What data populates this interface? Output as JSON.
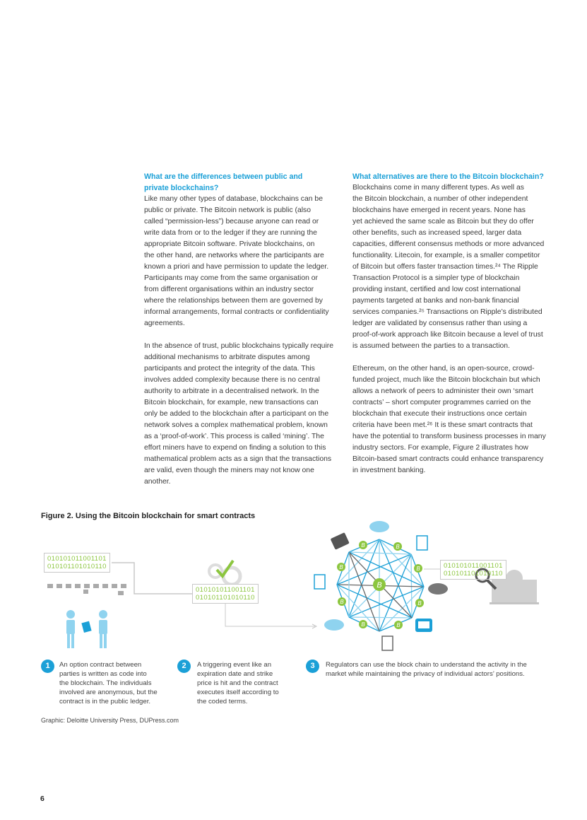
{
  "left_column": {
    "heading": [
      "What are the differences between public and",
      "private blockchains?"
    ],
    "paragraphs": [
      [
        "Like many other types of database, blockchains can be",
        "public or private. The Bitcoin network is public (also",
        "called “permission-less”) because anyone can read or",
        "write data from or to the ledger if they are running the",
        "appropriate Bitcoin software. Private blockchains, on",
        "the other hand, are networks where the participants are",
        "known a priori and have permission to update the ledger.",
        "Participants may come from the same organisation or",
        "from different organisations within an industry sector",
        "where the relationships between them are governed by",
        "informal arrangements, formal contracts or confidentiality",
        "agreements."
      ],
      [
        "In the absence of trust, public blockchains typically require",
        "additional mechanisms to arbitrate disputes among",
        "participants and protect the integrity of the data. This",
        "involves added complexity because there is no central",
        "authority to arbitrate in a decentralised network. In the",
        "Bitcoin blockchain, for example, new transactions can",
        "only be added to the blockchain after a participant on the",
        "network solves a complex mathematical problem, known",
        "as a ‘proof-of-work’. This process is called ‘mining’. The",
        "effort miners have to expend on finding a solution to this",
        "mathematical problem acts as a sign that the transactions",
        "are valid, even though the miners may not know one",
        "another."
      ]
    ]
  },
  "right_column": {
    "heading": [
      "What alternatives are there to the Bitcoin blockchain?"
    ],
    "paragraphs": [
      [
        "Blockchains come in many different types. As well as",
        "the Bitcoin blockchain, a number of other independent",
        "blockchains have emerged in recent years. None has",
        "yet achieved the same scale as Bitcoin but they do offer",
        "other benefits, such as increased speed, larger data",
        "capacities, different consensus methods or more advanced",
        "functionality. Litecoin, for example, is a smaller competitor",
        "of Bitcoin but offers faster transaction times.²⁴ The Ripple",
        "Transaction Protocol is a simpler type of blockchain",
        "providing instant, certified and low cost international",
        "payments targeted at banks and non-bank financial",
        "services companies.²⁵ Transactions on Ripple’s distributed",
        "ledger are validated by consensus rather than using a",
        "proof-of-work approach like Bitcoin because a level of trust",
        "is assumed between the parties to a transaction."
      ],
      [
        "Ethereum, on the other hand, is an open-source, crowd-",
        "funded project, much like the Bitcoin blockchain but which",
        "allows a network of peers to administer their own ‘smart",
        "contracts’ – short computer programmes carried on the",
        "blockchain that execute their instructions once certain",
        "criteria have been met.²⁶ It is these smart contracts that",
        "have the potential to transform business processes in many",
        "industry sectors. For example, Figure 2 illustrates how",
        "Bitcoin-based smart contracts could enhance transparency",
        "in investment banking."
      ]
    ]
  },
  "figure": {
    "title": "Figure 2. Using the Bitcoin blockchain for smart contracts",
    "code_line1": "010101011001101",
    "code_line2": "010101101010110",
    "bitcoin_symbol": "B",
    "steps": [
      {
        "num": "1",
        "lines": [
          "An option contract between",
          "parties is written as code into",
          "the blockchain. The individuals",
          "involved are anonymous, but the",
          "contract is in the public ledger."
        ]
      },
      {
        "num": "2",
        "lines": [
          "A triggering event like an",
          "expiration date and strike",
          "price is hit and the contract",
          "executes itself according to",
          "the coded terms."
        ]
      },
      {
        "num": "3",
        "lines": [
          "Regulators can use the block chain to understand the activity in the",
          "market while maintaining the privacy of individual actors’ positions."
        ]
      }
    ],
    "credit": "Graphic: Deloitte University Press, DUPress.com",
    "colors": {
      "blue": "#1ba0d7",
      "light_blue": "#8fd3ef",
      "green": "#8cc63f",
      "grey": "#c8c8c8",
      "dark": "#555555"
    }
  },
  "page_number": "6"
}
